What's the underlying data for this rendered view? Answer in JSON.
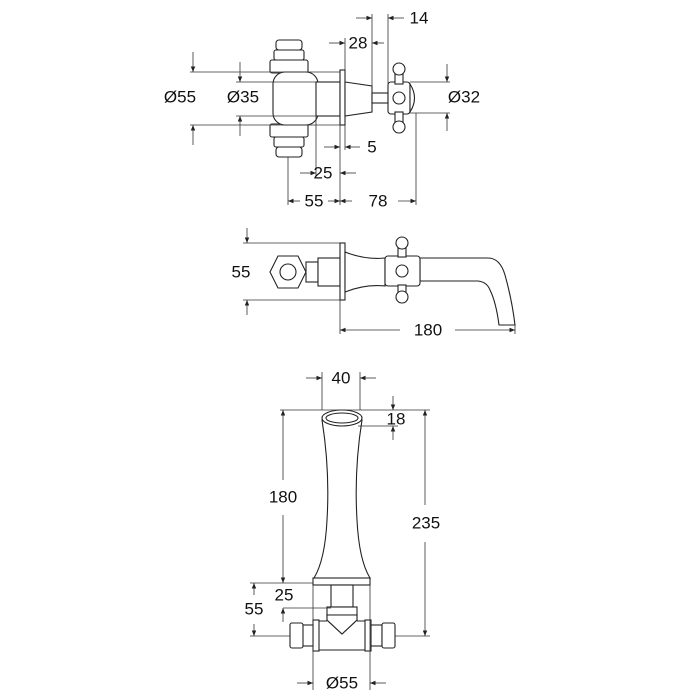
{
  "top_view": {
    "dims": {
      "d55": "Ø55",
      "d35": "Ø35",
      "d32": "Ø32",
      "d14": "14",
      "d28": "28",
      "d5": "5",
      "d25": "25",
      "d55b": "55",
      "d78": "78"
    }
  },
  "side_view": {
    "dims": {
      "h55": "55",
      "l180": "180"
    }
  },
  "front_view": {
    "dims": {
      "w40": "40",
      "h18": "18",
      "h180": "180",
      "h235": "235",
      "h25": "25",
      "h55": "55",
      "d55": "Ø55"
    }
  }
}
